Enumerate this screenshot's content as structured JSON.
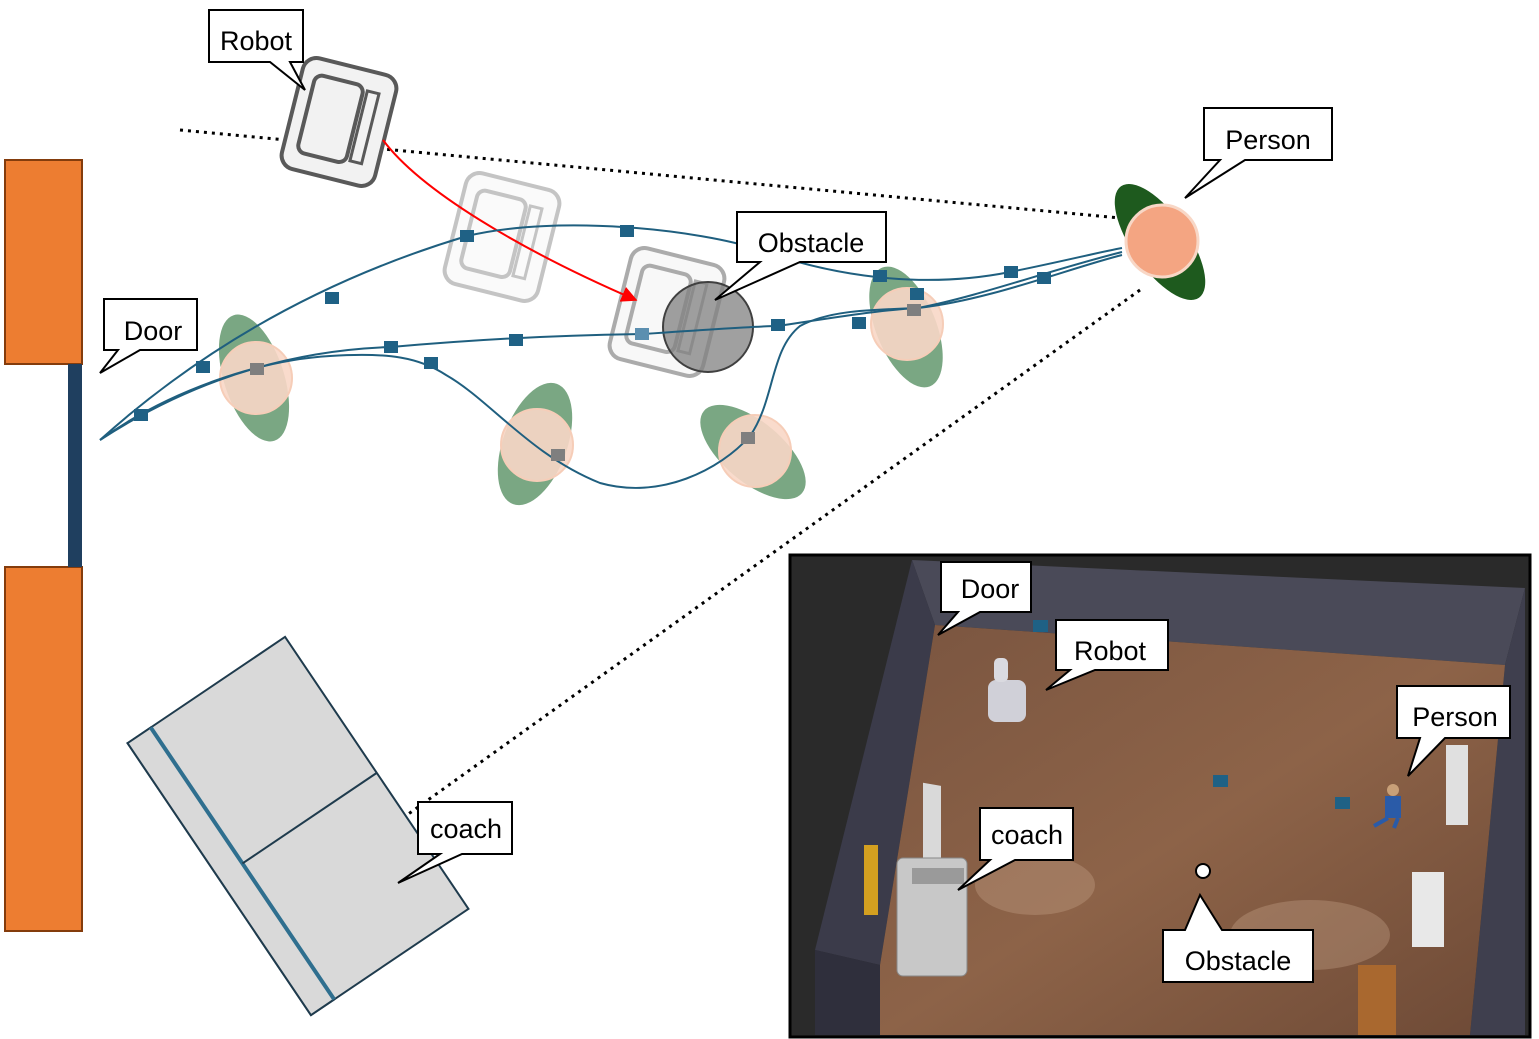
{
  "labels": {
    "robot": "Robot",
    "person": "Person",
    "obstacle": "Obstacle",
    "door": "Door",
    "coach": "coach"
  },
  "inset": {
    "door": "Door",
    "robot": "Robot",
    "person": "Person",
    "coach": "coach",
    "obstacle": "Obstacle"
  },
  "colors": {
    "wall": "#ED7D31",
    "door_panel": "#1F3F5F",
    "trajectory": "#1F5F7F",
    "waypoint": "#1F6185",
    "person_agent": "#F4A582",
    "person_ghost": "#F8D7C6",
    "orientation_lobe": "#4E8A5A",
    "goal_lobe": "#1E5A1E",
    "planned_path": "#FF0000",
    "coach_fill": "#D9D9D9"
  },
  "icons": [
    "robot-icon",
    "person-icon",
    "obstacle-icon",
    "coach-icon",
    "door-icon"
  ]
}
